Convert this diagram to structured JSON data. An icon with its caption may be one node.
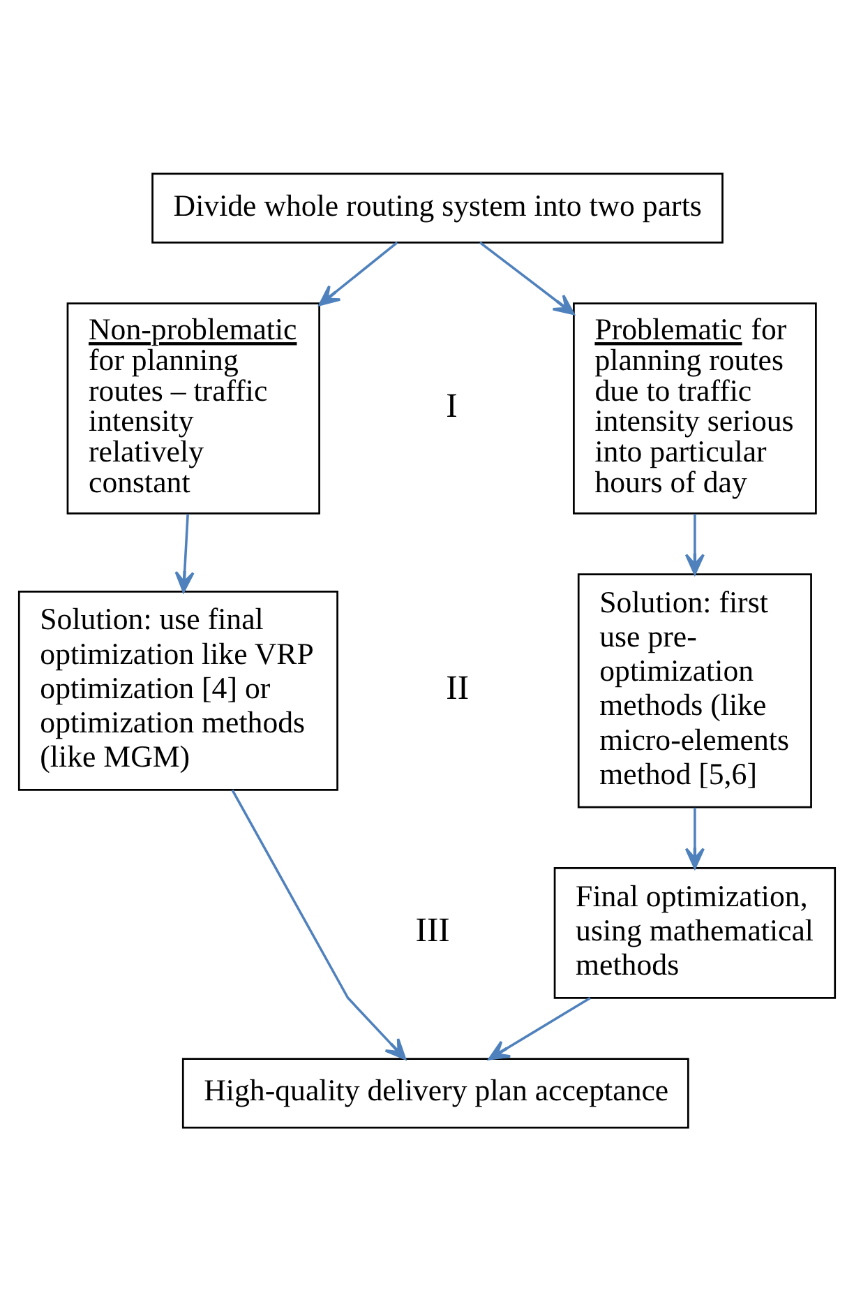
{
  "diagram": {
    "nodes": [
      {
        "text": [
          "Divide whole routing system into two parts"
        ]
      },
      {
        "text": [
          "Problematic for planning routes due to traffic intensity serious into particular hours of day"
        ]
      },
      {
        "text": [
          "Non-problematic for planning routes – traffic intensity relatively constant"
        ]
      },
      {
        "text": [
          "Solution: first use pre-optimization methods (like micro-elements method [5,6]"
        ]
      },
      {
        "text": [
          "Solution: use final optimization like VRP optimization [4] or optimization methods (like MGM)"
        ]
      },
      {
        "text": [
          "Final optimization, using mathematical methods"
        ]
      },
      {
        "text": [
          "High-quality delivery plan acceptance"
        ]
      }
    ],
    "edges": [
      {
        "from": 0,
        "to": 1,
        "arrow": "to"
      },
      {
        "from": 0,
        "to": 2,
        "arrow": "to"
      },
      {
        "from": 1,
        "to": 3,
        "arrow": "to"
      },
      {
        "from": 2,
        "to": 4,
        "arrow": "to"
      },
      {
        "from": 3,
        "to": 5,
        "arrow": "to"
      },
      {
        "from": 5,
        "to": 6,
        "arrow": "to"
      },
      {
        "from": 4,
        "to": 6,
        "arrow": "to"
      }
    ],
    "labels": [
      "I",
      "II",
      "III"
    ]
  }
}
